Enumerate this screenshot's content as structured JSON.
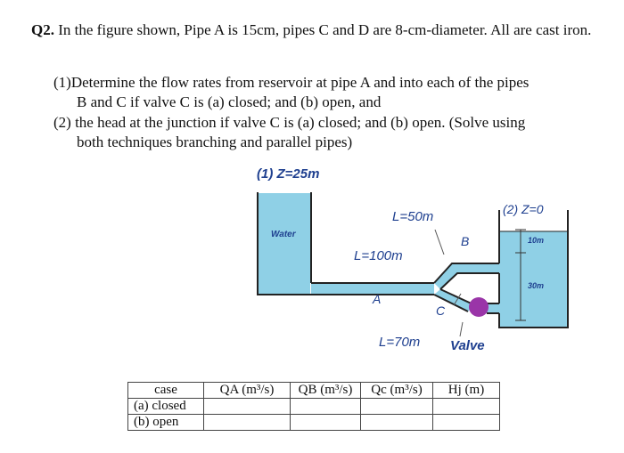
{
  "question": {
    "number": "Q2.",
    "text": "In the figure shown, Pipe A is 15cm, pipes C and D are 8-cm-diameter. All are cast iron.",
    "item1_line1": "(1)Determine the flow rates from reservoir at pipe A and into each of the pipes",
    "item1_line2": "B and C if valve C is (a) closed; and (b) open, and",
    "item2_line1": "(2) the head at the junction if valve C is (a) closed; and (b) open. (Solve using",
    "item2_line2": "both techniques branching and parallel pipes)"
  },
  "figure": {
    "reservoir1_label": "(1) Z=25m",
    "reservoir2_label": "(2) Z=0",
    "water_label": "Water",
    "pipe_b_length": "L=50m",
    "pipe_a_length": "L=100m",
    "pipe_c_length": "L=70m",
    "pipe_a_name": "A",
    "pipe_b_name": "B",
    "pipe_c_name": "C",
    "valve_label": "Valve",
    "dim_10": "10m",
    "dim_30": "30m",
    "colors": {
      "water": "#8fd0e6",
      "valve": "#9a35a8"
    }
  },
  "table": {
    "headers": [
      "case",
      "QA (m³/s)",
      "QB (m³/s)",
      "Qc (m³/s)",
      "Hj (m)"
    ],
    "rows": [
      [
        "(a) closed",
        "",
        "",
        "",
        ""
      ],
      [
        "(b) open",
        "",
        "",
        "",
        ""
      ]
    ]
  }
}
